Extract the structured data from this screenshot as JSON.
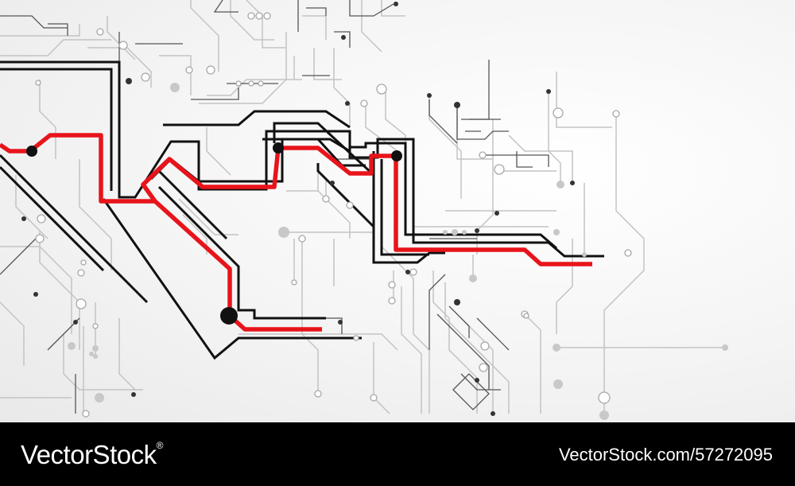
{
  "watermark": {
    "brand": "VectorStock",
    "brand_registered": "®",
    "image_id": "VectorStock.com/57272095"
  },
  "palette": {
    "accent_trace": "#e8141b",
    "main_trace": "#111111",
    "faint_trace": "#b9b9b9",
    "mid_trace": "#8a8a8a",
    "footer_bg": "#000000",
    "footer_text": "#ffffff"
  },
  "artwork": {
    "subject": "circuit-board-traces",
    "nodes": [
      {
        "shape": "dot"
      },
      {
        "shape": "dot"
      },
      {
        "shape": "dot"
      },
      {
        "shape": "dot"
      }
    ]
  }
}
